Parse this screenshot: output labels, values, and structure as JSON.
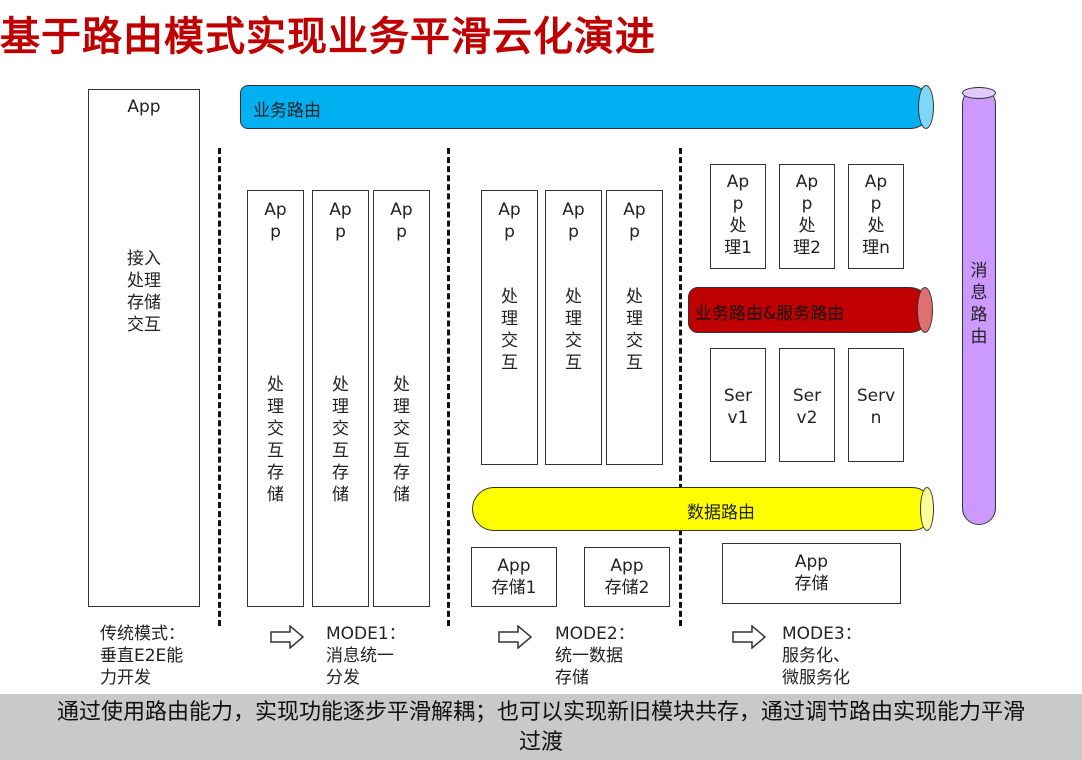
{
  "title": "基于路由模式实现业务平滑云化演进",
  "left_app": {
    "header": "App",
    "body": "接入\n处理\n存储\n交互"
  },
  "pipes": {
    "business": "业务路由",
    "biz_service": "业务路由&服务路由",
    "data": "数据路由",
    "message": "消\n息\n路\n由"
  },
  "mode1_apps": [
    {
      "header": "Ap\np",
      "body": "处\n理\n交\n互\n存\n储"
    },
    {
      "header": "Ap\np",
      "body": "处\n理\n交\n互\n存\n储"
    },
    {
      "header": "Ap\np",
      "body": "处\n理\n交\n互\n存\n储"
    }
  ],
  "mode2_apps": [
    {
      "header": "Ap\np",
      "body": "处\n理\n交\n互"
    },
    {
      "header": "Ap\np",
      "body": "处\n理\n交\n互"
    },
    {
      "header": "Ap\np",
      "body": "处\n理\n交\n互"
    }
  ],
  "mode2_storage": [
    "App\n存储1",
    "App\n存储2"
  ],
  "mode3_apps": [
    "Ap\np\n处\n理1",
    "Ap\np\n处\n理2",
    "Ap\np\n处\n理n"
  ],
  "mode3_servs": [
    "Ser\nv1",
    "Ser\nv2",
    "Serv\nn"
  ],
  "mode3_storage": "App\n存储",
  "modes": [
    "传统模式：\n垂直E2E能\n力开发",
    "MODE1：\n消息统一\n分发",
    "MODE2：\n统一数据\n存储",
    "MODE3：\n服务化、\n微服务化"
  ],
  "colors": {
    "business_pipe": "#00b0f0",
    "biz_service_pipe": "#c00000",
    "data_pipe": "#ffff00",
    "message_pipe": "#cc99ff",
    "title": "#c00000"
  },
  "footer": "通过使用路由能力，实现功能逐步平滑解耦；也可以实现新旧模块共存，通过调节路由实现能力平滑\n过渡"
}
